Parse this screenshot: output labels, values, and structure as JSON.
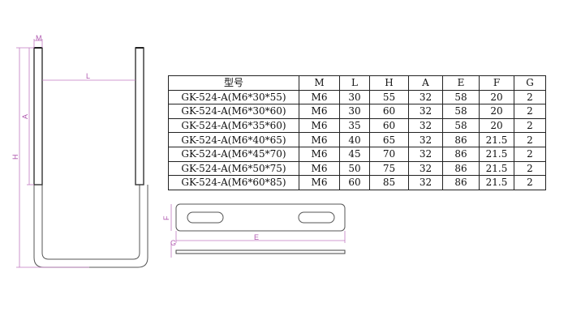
{
  "drawing": {
    "ubolt_labels": {
      "m": "M",
      "l": "L",
      "a": "A",
      "h": "H"
    },
    "plate_labels": {
      "f": "F",
      "e": "E",
      "g": "G"
    }
  },
  "table": {
    "headers": [
      "型号",
      "M",
      "L",
      "H",
      "A",
      "E",
      "F",
      "G"
    ],
    "rows": [
      [
        "GK-524-A(M6*30*55)",
        "M6",
        "30",
        "55",
        "32",
        "58",
        "20",
        "2"
      ],
      [
        "GK-524-A(M6*30*60)",
        "M6",
        "30",
        "60",
        "32",
        "58",
        "20",
        "2"
      ],
      [
        "GK-524-A(M6*35*60)",
        "M6",
        "35",
        "60",
        "32",
        "58",
        "20",
        "2"
      ],
      [
        "GK-524-A(M6*40*65)",
        "M6",
        "40",
        "65",
        "32",
        "86",
        "21.5",
        "2"
      ],
      [
        "GK-524-A(M6*45*70)",
        "M6",
        "45",
        "70",
        "32",
        "86",
        "21.5",
        "2"
      ],
      [
        "GK-524-A(M6*50*75)",
        "M6",
        "50",
        "75",
        "32",
        "86",
        "21.5",
        "2"
      ],
      [
        "GK-524-A(M6*60*85)",
        "M6",
        "60",
        "85",
        "32",
        "86",
        "21.5",
        "2"
      ]
    ]
  }
}
